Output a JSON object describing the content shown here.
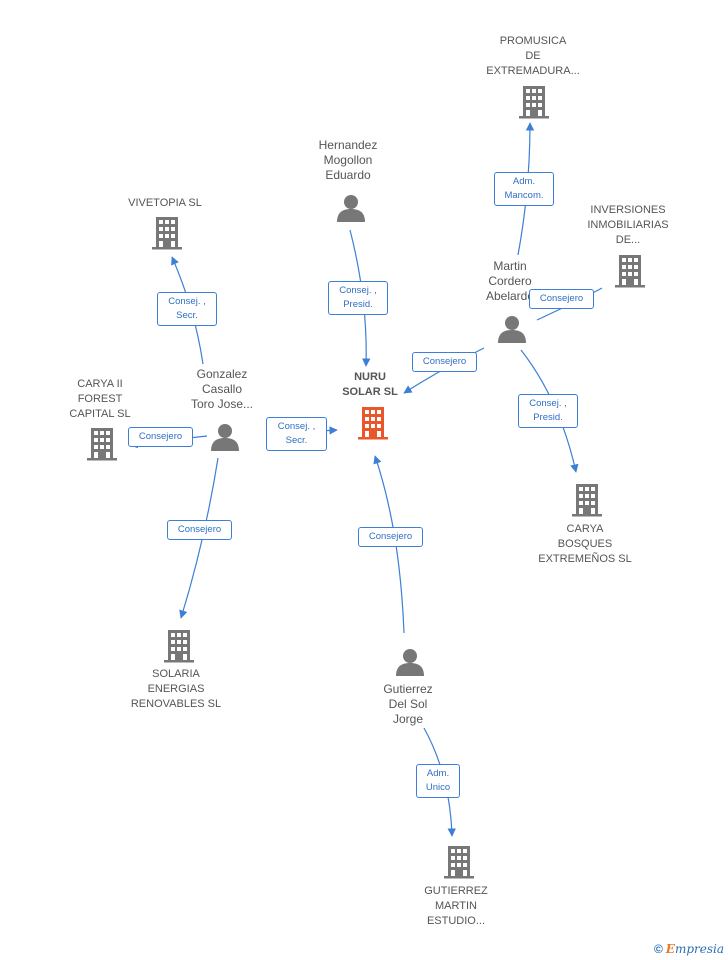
{
  "colors": {
    "edge": "#3d7fd6",
    "node_gray": "#777777",
    "center": "#e8562a"
  },
  "center": {
    "lines": [
      "NURU",
      "SOLAR  SL"
    ]
  },
  "companies": {
    "promusica": [
      "PROMUSICA",
      "DE",
      "EXTREMADURA..."
    ],
    "vivetopia": [
      "VIVETOPIA  SL"
    ],
    "inversiones": [
      "INVERSIONES",
      "INMOBILIARIAS",
      "DE..."
    ],
    "carya2": [
      "CARYA II",
      "FOREST",
      "CAPITAL SL"
    ],
    "carya_bosques": [
      "CARYA",
      "BOSQUES",
      "EXTREMEÑOS SL"
    ],
    "solaria": [
      "SOLARIA",
      "ENERGIAS",
      "RENOVABLES SL"
    ],
    "gutierrez_estudio": [
      "GUTIERREZ",
      "MARTIN",
      "ESTUDIO..."
    ]
  },
  "persons": {
    "hernandez": [
      "Hernandez",
      "Mogollon",
      "Eduardo"
    ],
    "martin": [
      "Martin",
      "Cordero",
      "Abelardo"
    ],
    "gonzalez": [
      "Gonzalez",
      "Casallo",
      "Toro Jose..."
    ],
    "gutierrez": [
      "Gutierrez",
      "Del Sol",
      "Jorge"
    ]
  },
  "edges": {
    "martin_promusica": [
      "Adm.",
      "Mancom."
    ],
    "hernandez_nuru": [
      "Consej. ,",
      "Presid."
    ],
    "gonzalez_vivetopia": [
      "Consej. ,",
      "Secr."
    ],
    "martin_inversiones": [
      "Consejero"
    ],
    "martin_nuru": [
      "Consejero"
    ],
    "gonzalez_carya2": [
      "Consejero"
    ],
    "gonzalez_nuru": [
      "Consej. ,",
      "Secr."
    ],
    "martin_carya_bosques": [
      "Consej. ,",
      "Presid."
    ],
    "gonzalez_solaria": [
      "Consejero"
    ],
    "gutierrez_nuru": [
      "Consejero"
    ],
    "gutierrez_estudio": [
      "Adm.",
      "Unico"
    ]
  },
  "footer": {
    "copyright": "©",
    "brand_first": "E",
    "brand_rest": "mpresia"
  }
}
